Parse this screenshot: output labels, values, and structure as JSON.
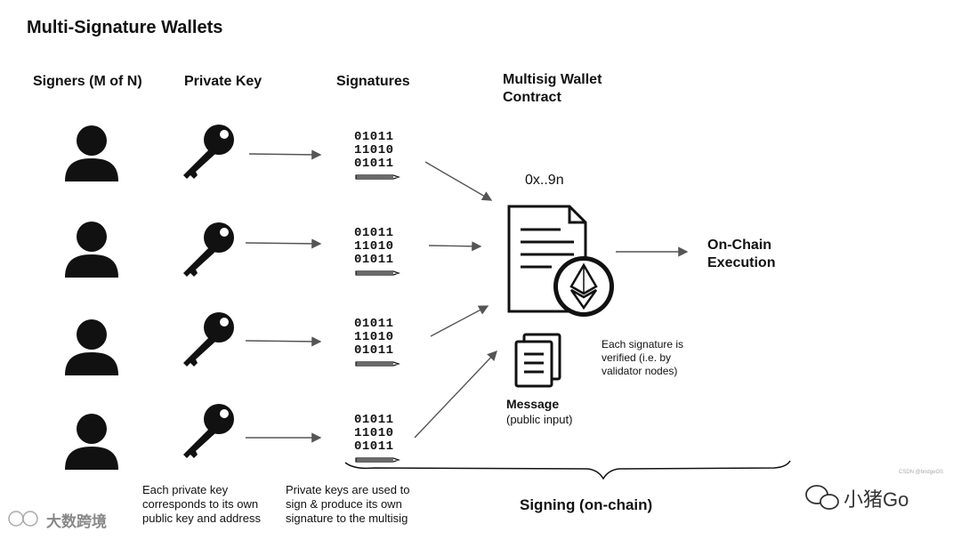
{
  "title": "Multi-Signature Wallets",
  "columns": {
    "signers": "Signers (M of N)",
    "private_key": "Private Key",
    "signatures": "Signatures",
    "contract": "Multisig Wallet\nContract"
  },
  "signature_bits": [
    "01011",
    "11010",
    "01011"
  ],
  "contract_address": "0x..9n",
  "execution": "On-Chain\nExecution",
  "message": {
    "title": "Message",
    "subtitle": "(public input)"
  },
  "verify_note": "Each signature is\nverified (i.e. by\nvalidator nodes)",
  "key_note": "Each private key\ncorresponds to its own\npublic key and address",
  "sign_note": "Private keys are used to\nsign & produce its own\nsignature to the multisig",
  "signing_label": "Signing (on-chain)",
  "watermark_left": "大数跨境",
  "watermark_right": "小猪Go",
  "tiny_credit": "CSDN @bridgeOS",
  "icons": {
    "signer": "user-icon",
    "key": "key-icon",
    "document": "ethereum-document-icon",
    "message": "message-documents-icon",
    "arrow": "arrow-icon"
  }
}
